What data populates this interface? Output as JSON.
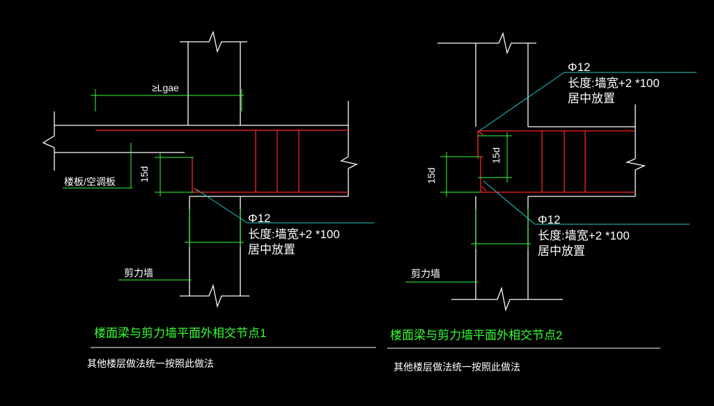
{
  "colors": {
    "background": "#000000",
    "wall": "#ffffff",
    "rebar": "#ff2222",
    "dimension": "#33ff33",
    "leader": "#22cccc",
    "text": "#ffffff",
    "title": "#33ff33"
  },
  "detail_1": {
    "anchor_label": "≥Lgae",
    "slab_label": "楼板/空调板",
    "dim_15d": "15d",
    "rebar_spec": "Φ12",
    "length_label": "长度:墙宽+2 *100",
    "placement_label": "居中放置",
    "wall_label": "剪力墙",
    "title": "楼面梁与剪力墙平面外相交节点1",
    "note": "其他楼层做法统一按照此做法"
  },
  "detail_2": {
    "rebar_spec_top": "Φ12",
    "length_label_top": "长度:墙宽+2 *100",
    "placement_label_top": "居中放置",
    "dim_15d_left": "15d",
    "dim_15d_inner": "15d",
    "rebar_spec_bottom": "Φ12",
    "length_label_bottom": "长度:墙宽+2 *100",
    "placement_label_bottom": "居中放置",
    "wall_label": "剪力墙",
    "title": "楼面梁与剪力墙平面外相交节点2",
    "note": "其他楼层做法统一按照此做法"
  }
}
